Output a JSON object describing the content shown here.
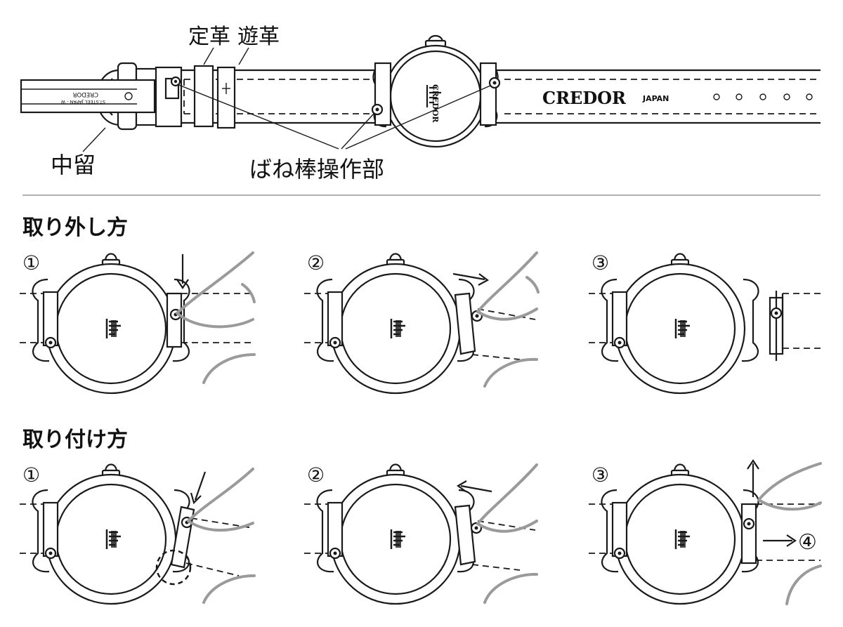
{
  "labels": {
    "fixed_loop": "定革",
    "free_loop": "遊革",
    "buckle": "中留",
    "spring_bar": "ばね棒操作部"
  },
  "strap": {
    "brand": "CREDOR",
    "country": "JAPAN"
  },
  "buckle": {
    "line1": "CREDOR",
    "line2": "ST.STEEL JAPAN - W"
  },
  "dial": {
    "brand": "CREDOR"
  },
  "sections": {
    "removal": {
      "title": "取り外し方",
      "steps": [
        "①",
        "②",
        "③"
      ]
    },
    "attachment": {
      "title": "取り付け方",
      "steps": [
        "①",
        "②",
        "③"
      ],
      "step4": "④"
    }
  },
  "colors": {
    "line": "#1a1a1a",
    "finger": "#9a9a9a",
    "divider": "#999999"
  }
}
